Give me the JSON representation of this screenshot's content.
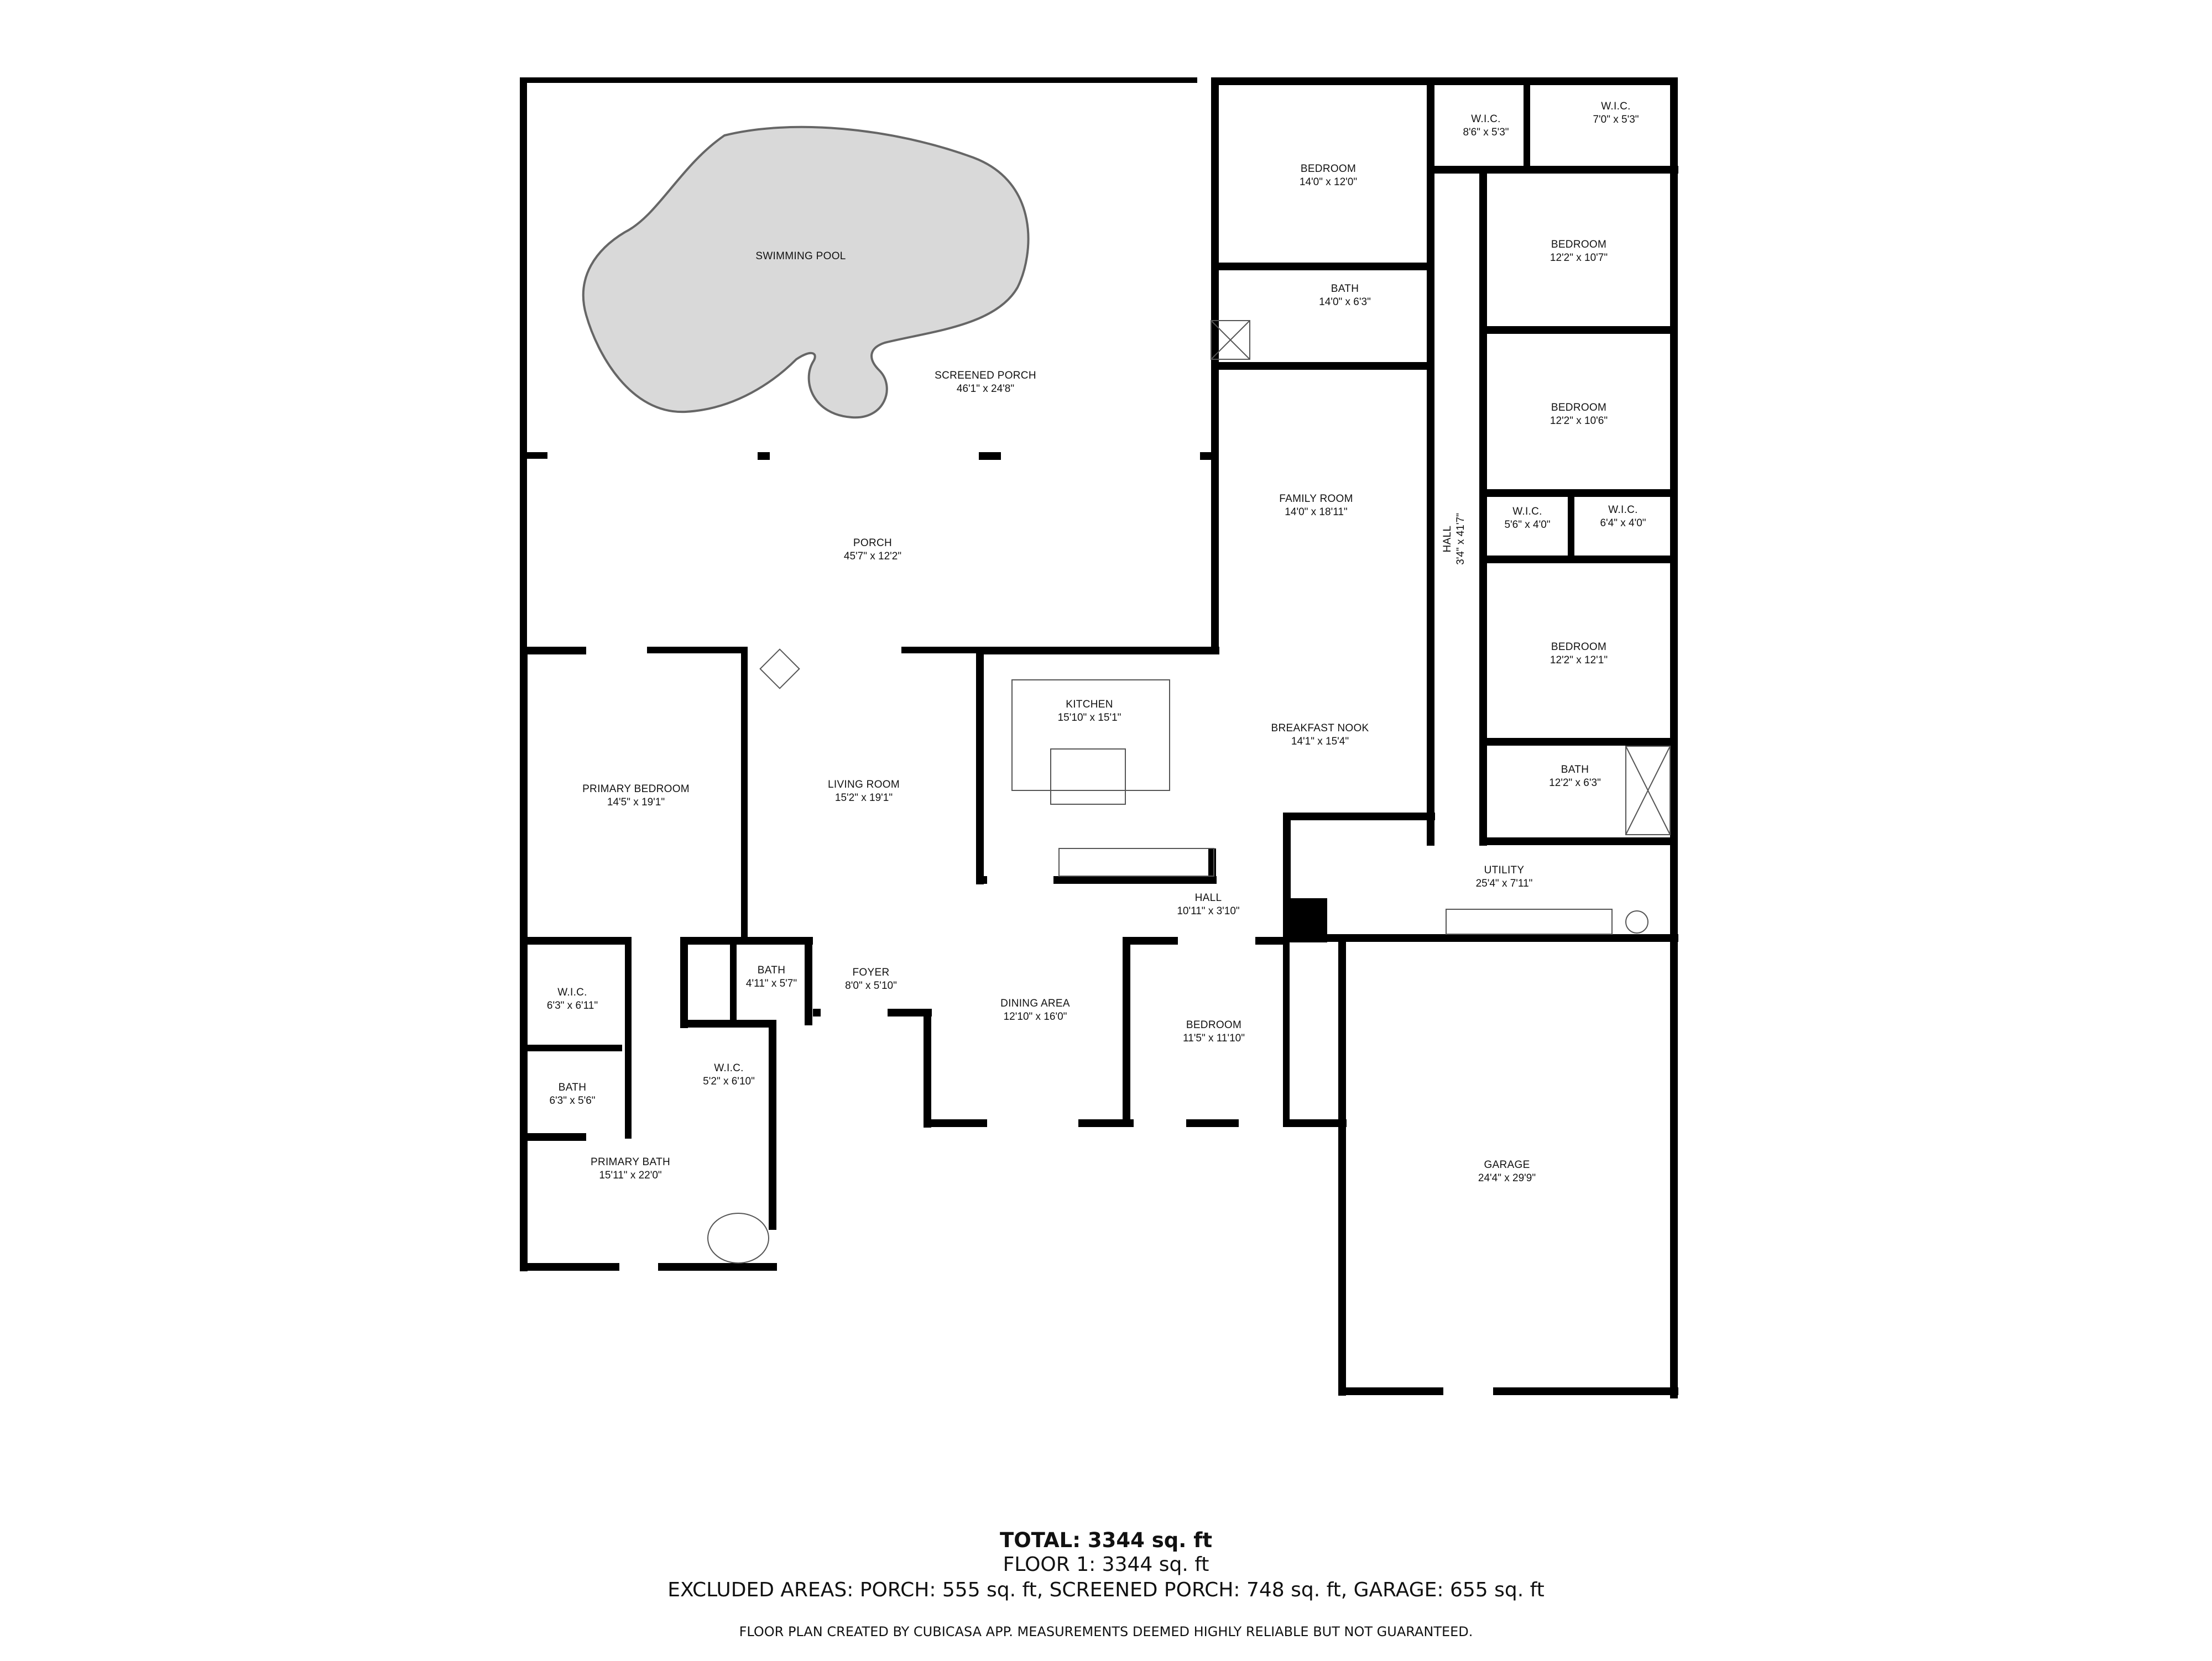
{
  "plan": {
    "rooms": [
      {
        "id": "swimming-pool",
        "name": "SWIMMING POOL",
        "dims": ""
      },
      {
        "id": "screened-porch",
        "name": "SCREENED PORCH",
        "dims": "46'1\" x 24'8\""
      },
      {
        "id": "porch",
        "name": "PORCH",
        "dims": "45'7\" x 12'2\""
      },
      {
        "id": "bedroom-ne-1",
        "name": "BEDROOM",
        "dims": "14'0\" x 12'0\""
      },
      {
        "id": "wic-ne-1",
        "name": "W.I.C.",
        "dims": "8'6\" x 5'3\""
      },
      {
        "id": "wic-ne-2",
        "name": "W.I.C.",
        "dims": "7'0\" x 5'3\""
      },
      {
        "id": "bath-north",
        "name": "BATH",
        "dims": "14'0\" x 6'3\""
      },
      {
        "id": "bedroom-e-1",
        "name": "BEDROOM",
        "dims": "12'2\" x 10'7\""
      },
      {
        "id": "bedroom-e-2",
        "name": "BEDROOM",
        "dims": "12'2\" x 10'6\""
      },
      {
        "id": "wic-e-1",
        "name": "W.I.C.",
        "dims": "5'6\" x 4'0\""
      },
      {
        "id": "wic-e-2",
        "name": "W.I.C.",
        "dims": "6'4\" x 4'0\""
      },
      {
        "id": "family-room",
        "name": "FAMILY ROOM",
        "dims": "14'0\" x 18'11\""
      },
      {
        "id": "hall-long",
        "name": "HALL",
        "dims": "3'4\" x 41'7\""
      },
      {
        "id": "bedroom-e-3",
        "name": "BEDROOM",
        "dims": "12'2\" x 12'1\""
      },
      {
        "id": "bath-east",
        "name": "BATH",
        "dims": "12'2\" x 6'3\""
      },
      {
        "id": "kitchen",
        "name": "KITCHEN",
        "dims": "15'10\" x 15'1\""
      },
      {
        "id": "breakfast-nook",
        "name": "BREAKFAST NOOK",
        "dims": "14'1\" x 15'4\""
      },
      {
        "id": "primary-bedroom",
        "name": "PRIMARY BEDROOM",
        "dims": "14'5\" x 19'1\""
      },
      {
        "id": "living-room",
        "name": "LIVING ROOM",
        "dims": "15'2\" x 19'1\""
      },
      {
        "id": "utility",
        "name": "UTILITY",
        "dims": "25'4\" x 7'11\""
      },
      {
        "id": "hall-short",
        "name": "HALL",
        "dims": "10'11\" x 3'10\""
      },
      {
        "id": "wic-primary-1",
        "name": "W.I.C.",
        "dims": "6'3\" x 6'11\""
      },
      {
        "id": "bath-half",
        "name": "BATH",
        "dims": "4'11\" x 5'7\""
      },
      {
        "id": "foyer",
        "name": "FOYER",
        "dims": "8'0\" x 5'10\""
      },
      {
        "id": "dining-area",
        "name": "DINING AREA",
        "dims": "12'10\" x 16'0\""
      },
      {
        "id": "bedroom-s",
        "name": "BEDROOM",
        "dims": "11'5\" x 11'10\""
      },
      {
        "id": "bath-primary-small",
        "name": "BATH",
        "dims": "6'3\" x 5'6\""
      },
      {
        "id": "wic-primary-2",
        "name": "W.I.C.",
        "dims": "5'2\" x 6'10\""
      },
      {
        "id": "primary-bath",
        "name": "PRIMARY BATH",
        "dims": "15'11\" x 22'0\""
      },
      {
        "id": "garage",
        "name": "GARAGE",
        "dims": "24'4\" x 29'9\""
      }
    ]
  },
  "summary": {
    "total": "TOTAL: 3344 sq. ft",
    "floor": "FLOOR 1: 3344 sq. ft",
    "excluded": "EXCLUDED AREAS: PORCH: 555 sq. ft, SCREENED PORCH: 748 sq. ft, GARAGE: 655 sq. ft",
    "disclaimer": "FLOOR PLAN CREATED BY CUBICASA APP. MEASUREMENTS DEEMED HIGHLY RELIABLE BUT NOT GUARANTEED."
  },
  "colors": {
    "wall": "#000000",
    "fixture": "#555555",
    "pool": "#d9d9d9",
    "background": "#ffffff"
  }
}
